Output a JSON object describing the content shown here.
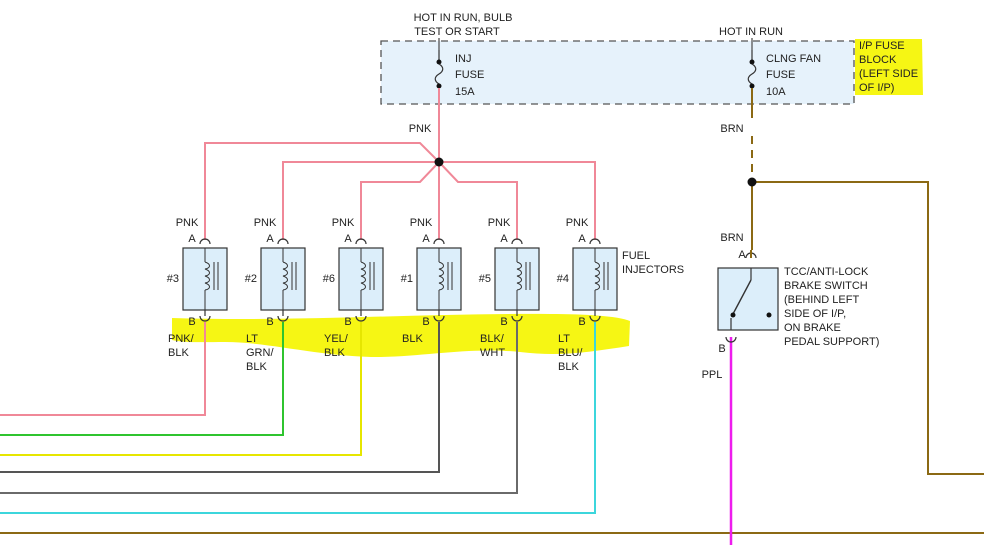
{
  "fuse_block": {
    "inj_supply": [
      "HOT IN RUN, BULB",
      "TEST OR START"
    ],
    "clng_supply": "HOT IN RUN",
    "inj_fuse": [
      "INJ",
      "FUSE",
      "15A"
    ],
    "clng_fuse": [
      "CLNG FAN",
      "FUSE",
      "10A"
    ],
    "block_label": [
      "I/P FUSE",
      "BLOCK",
      "(LEFT SIDE",
      "OF I/P)"
    ]
  },
  "wires": {
    "pnk_main": "PNK",
    "brn_top": "BRN",
    "brn_switch": "BRN",
    "ppl": "PPL"
  },
  "injectors": {
    "label": [
      "FUEL",
      "INJECTORS"
    ],
    "items": [
      {
        "num": "#3",
        "top_wire": "PNK",
        "pin_a": "A",
        "pin_b": "B",
        "bottom_wire": [
          "PNK/",
          "BLK"
        ],
        "color": "#f08898"
      },
      {
        "num": "#2",
        "top_wire": "PNK",
        "pin_a": "A",
        "pin_b": "B",
        "bottom_wire": [
          "LT",
          "GRN/",
          "BLK"
        ],
        "color": "#2fc42f"
      },
      {
        "num": "#6",
        "top_wire": "PNK",
        "pin_a": "A",
        "pin_b": "B",
        "bottom_wire": [
          "YEL/",
          "BLK"
        ],
        "color": "#e6e600"
      },
      {
        "num": "#1",
        "top_wire": "PNK",
        "pin_a": "A",
        "pin_b": "B",
        "bottom_wire": [
          "BLK"
        ],
        "color": "#555555"
      },
      {
        "num": "#5",
        "top_wire": "PNK",
        "pin_a": "A",
        "pin_b": "B",
        "bottom_wire": [
          "BLK/",
          "WHT"
        ],
        "color": "#6a6a6a"
      },
      {
        "num": "#4",
        "top_wire": "PNK",
        "pin_a": "A",
        "pin_b": "B",
        "bottom_wire": [
          "LT",
          "BLU/",
          "BLK"
        ],
        "color": "#3cd6dc"
      }
    ]
  },
  "switch": {
    "pin_a": "A",
    "pin_b": "B",
    "label": [
      "TCC/ANTI-LOCK",
      "BRAKE SWITCH",
      "(BEHIND LEFT",
      "SIDE OF I/P,",
      "ON BRAKE",
      "PEDAL SUPPORT)"
    ]
  },
  "colors": {
    "pink": "#f08898",
    "brown": "#8b6914",
    "purple": "#ee1cee",
    "highlight": "#f5f500",
    "fuse_block_fill": "#e6f2fb"
  }
}
